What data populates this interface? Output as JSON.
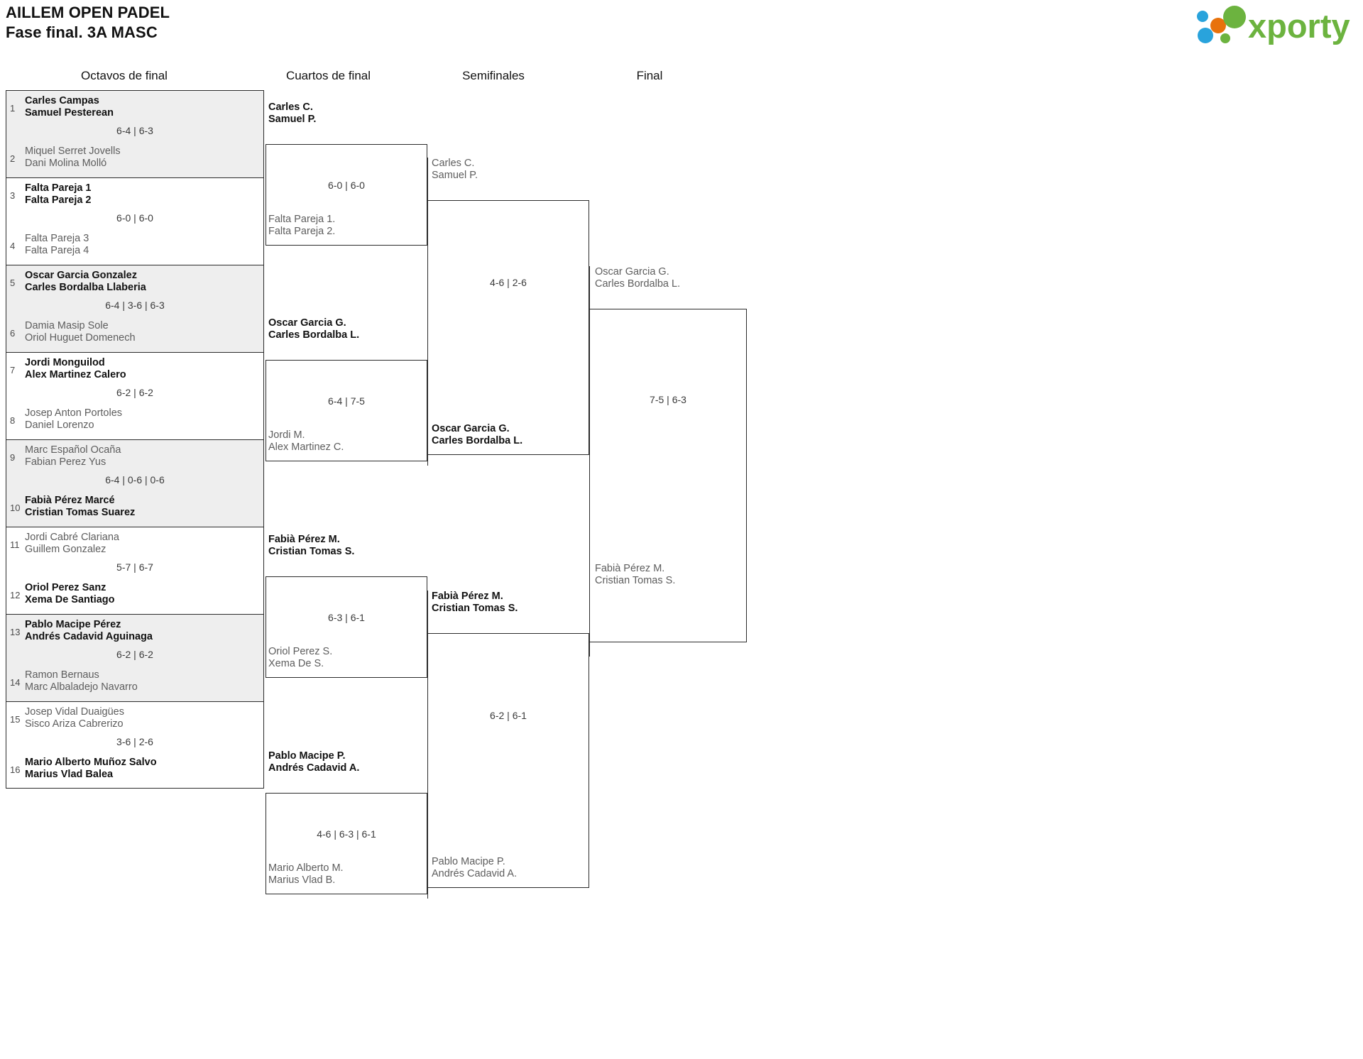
{
  "header": {
    "tournament_name": "AILLEM OPEN PADEL",
    "phase": "Fase final. 3A MASC",
    "logo_text": "xporty",
    "logo_colors": {
      "green": "#6cb33f",
      "orange": "#e8720c",
      "blue": "#29a3dc"
    }
  },
  "rounds": [
    {
      "id": "octavos",
      "label": "Octavos de final"
    },
    {
      "id": "cuartos",
      "label": "Cuartos de final"
    },
    {
      "id": "semis",
      "label": "Semifinales"
    },
    {
      "id": "final",
      "label": "Final"
    }
  ],
  "round1": [
    {
      "score": "6-4 | 6-3",
      "shaded": true,
      "top": {
        "seed": "1",
        "p1": "Carles Campas",
        "p2": "Samuel Pesterean",
        "state": "winner"
      },
      "bottom": {
        "seed": "2",
        "p1": "Miquel Serret Jovells",
        "p2": "Dani Molina Molló",
        "state": "loser"
      }
    },
    {
      "score": "6-0 | 6-0",
      "shaded": false,
      "top": {
        "seed": "3",
        "p1": "Falta Pareja 1",
        "p2": "Falta Pareja 2",
        "state": "winner"
      },
      "bottom": {
        "seed": "4",
        "p1": "Falta Pareja 3",
        "p2": "Falta Pareja 4",
        "state": "loser"
      }
    },
    {
      "score": "6-4 | 3-6 | 6-3",
      "shaded": true,
      "top": {
        "seed": "5",
        "p1": "Oscar Garcia Gonzalez",
        "p2": "Carles Bordalba Llaberia",
        "state": "winner"
      },
      "bottom": {
        "seed": "6",
        "p1": "Damia Masip Sole",
        "p2": "Oriol Huguet Domenech",
        "state": "loser"
      }
    },
    {
      "score": "6-2 | 6-2",
      "shaded": false,
      "top": {
        "seed": "7",
        "p1": "Jordi Monguilod",
        "p2": "Alex Martinez Calero",
        "state": "winner"
      },
      "bottom": {
        "seed": "8",
        "p1": "Josep Anton Portoles",
        "p2": "Daniel Lorenzo",
        "state": "loser"
      }
    },
    {
      "score": "6-4 | 0-6 | 0-6",
      "shaded": true,
      "top": {
        "seed": "9",
        "p1": "Marc Español Ocaña",
        "p2": "Fabian Perez Yus",
        "state": "loser"
      },
      "bottom": {
        "seed": "10",
        "p1": "Fabià Pérez Marcé",
        "p2": "Cristian Tomas Suarez",
        "state": "winner"
      }
    },
    {
      "score": "5-7 | 6-7",
      "shaded": false,
      "top": {
        "seed": "11",
        "p1": "Jordi Cabré Clariana",
        "p2": "Guillem Gonzalez",
        "state": "loser"
      },
      "bottom": {
        "seed": "12",
        "p1": "Oriol Perez Sanz",
        "p2": "Xema De Santiago",
        "state": "winner"
      }
    },
    {
      "score": "6-2 | 6-2",
      "shaded": true,
      "top": {
        "seed": "13",
        "p1": "Pablo Macipe Pérez",
        "p2": "Andrés Cadavid Aguinaga",
        "state": "winner"
      },
      "bottom": {
        "seed": "14",
        "p1": "Ramon Bernaus",
        "p2": "Marc Albaladejo Navarro",
        "state": "loser"
      }
    },
    {
      "score": "3-6 | 2-6",
      "shaded": false,
      "top": {
        "seed": "15",
        "p1": "Josep Vidal Duaigües",
        "p2": "Sisco Ariza Cabrerizo",
        "state": "loser"
      },
      "bottom": {
        "seed": "16",
        "p1": "Mario Alberto Muñoz Salvo",
        "p2": "Marius Vlad Balea",
        "state": "winner"
      }
    }
  ],
  "round2": [
    {
      "score": "6-0 | 6-0",
      "top": {
        "p1": "Carles C.",
        "p2": "Samuel P.",
        "state": "winner"
      },
      "bottom": {
        "p1": "Falta Pareja 1.",
        "p2": "Falta Pareja 2.",
        "state": "loser"
      }
    },
    {
      "score": "6-4 | 7-5",
      "top": {
        "p1": "Oscar Garcia G.",
        "p2": "Carles Bordalba L.",
        "state": "winner"
      },
      "bottom": {
        "p1": "Jordi M.",
        "p2": "Alex Martinez C.",
        "state": "loser"
      }
    },
    {
      "score": "6-3 | 6-1",
      "top": {
        "p1": "Fabià Pérez M.",
        "p2": "Cristian Tomas S.",
        "state": "winner"
      },
      "bottom": {
        "p1": "Oriol Perez S.",
        "p2": "Xema De S.",
        "state": "loser"
      }
    },
    {
      "score": "4-6 | 6-3 | 6-1",
      "top": {
        "p1": "Pablo Macipe P.",
        "p2": "Andrés Cadavid A.",
        "state": "winner"
      },
      "bottom": {
        "p1": "Mario Alberto M.",
        "p2": "Marius Vlad B.",
        "state": "loser"
      }
    }
  ],
  "round3": [
    {
      "score": "4-6 | 2-6",
      "top": {
        "p1": "Carles C.",
        "p2": "Samuel P.",
        "state": "loser"
      },
      "bottom": {
        "p1": "Oscar Garcia G.",
        "p2": "Carles Bordalba L.",
        "state": "winner"
      }
    },
    {
      "score": "6-2 | 6-1",
      "top": {
        "p1": "Fabià Pérez M.",
        "p2": "Cristian Tomas S.",
        "state": "winner"
      },
      "bottom": {
        "p1": "Pablo Macipe P.",
        "p2": "Andrés Cadavid A.",
        "state": "loser"
      }
    }
  ],
  "round4": [
    {
      "score": "7-5 | 6-3",
      "top": {
        "p1": "Oscar Garcia G.",
        "p2": "Carles Bordalba L.",
        "state": "loser"
      },
      "bottom": {
        "p1": "Fabià Pérez M.",
        "p2": "Cristian Tomas S.",
        "state": "loser"
      }
    }
  ]
}
